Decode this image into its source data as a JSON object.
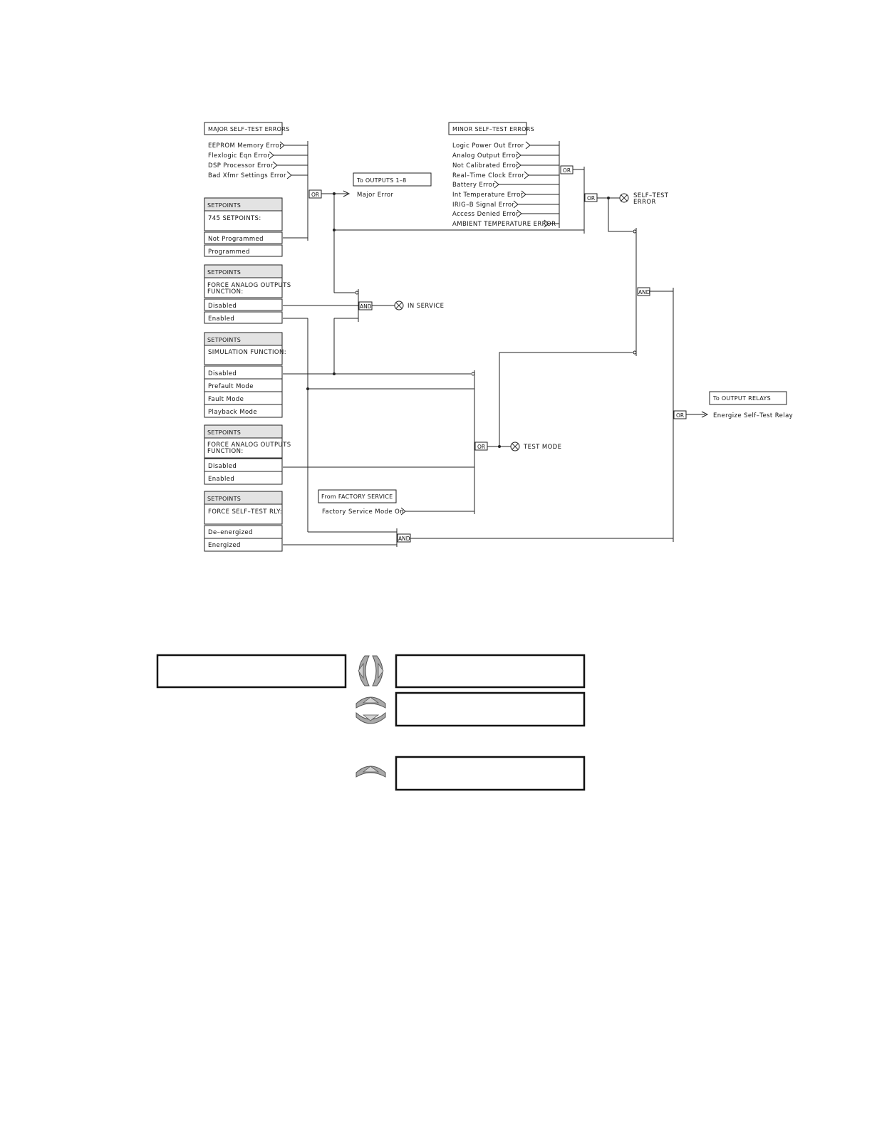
{
  "inputs": {
    "major": {
      "title": "MAJOR SELF–TEST ERRORS",
      "items": [
        "EEPROM  Memory  Error",
        "Flexlogic  Eqn  Error",
        "DSP  Processor  Error",
        "Bad  Xfmr  Settings  Error"
      ]
    },
    "minor": {
      "title": "MINOR SELF–TEST ERRORS",
      "items": [
        "Logic  Power  Out  Error",
        "Analog  Output  Error",
        "Not  Calibrated  Error",
        "Real–Time  Clock  Error",
        "Battery  Error",
        "Int  Temperature  Error",
        "IRIG–B  Signal  Error",
        "Access  Denied  Error",
        "AMBIENT  TEMPERATURE  ERROR"
      ]
    },
    "factory": {
      "title": "From  FACTORY  SERVICE",
      "item": "Factory  Service  Mode  On"
    }
  },
  "setpoint_boxes": [
    {
      "header": "SETPOINTS",
      "title": [
        "745  SETPOINTS:"
      ],
      "options": [
        "Not  Programmed",
        "Programmed"
      ]
    },
    {
      "header": "SETPOINTS",
      "title": [
        "FORCE  ANALOG  OUTPUTS",
        "FUNCTION:"
      ],
      "options": [
        "Disabled",
        "Enabled"
      ]
    },
    {
      "header": "SETPOINTS",
      "title": [
        "SIMULATION  FUNCTION:"
      ],
      "options": [
        "Disabled",
        "Prefault  Mode",
        "Fault  Mode",
        "Playback  Mode"
      ]
    },
    {
      "header": "SETPOINTS",
      "title": [
        "FORCE  ANALOG  OUTPUTS",
        "FUNCTION:"
      ],
      "options": [
        "Disabled",
        "Enabled"
      ]
    },
    {
      "header": "SETPOINTS",
      "title": [
        "FORCE  SELF–TEST  RLY:"
      ],
      "options": [
        "De–energized",
        "Energized"
      ]
    }
  ],
  "gates": {
    "or_label": "OR",
    "and_label": "AND"
  },
  "outputs": {
    "outputs_1_8": {
      "title": "To  OUTPUTS  1–8",
      "item": "Major  Error"
    },
    "output_relays": {
      "title": "To  OUTPUT  RELAYS",
      "item": "Energize  Self–Test  Relay"
    },
    "indicators": {
      "self_test_error": [
        "SELF–TEST",
        "ERROR"
      ],
      "in_service": "IN  SERVICE",
      "test_mode": "TEST  MODE"
    }
  },
  "keypad": {
    "left_right_keys": "left-right-arrow-keys-icon",
    "up_down_keys": "up-down-arrow-keys-icon",
    "up_key": "up-arrow-key-icon"
  }
}
